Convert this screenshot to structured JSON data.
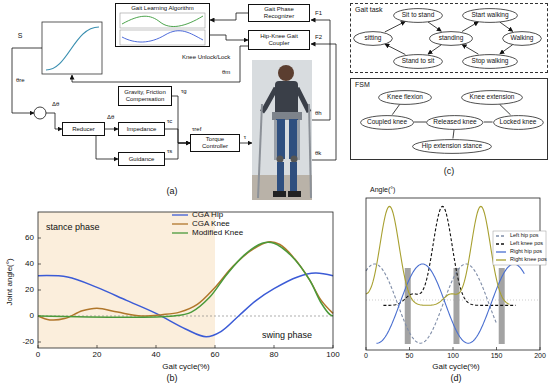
{
  "diagram": {
    "nodes": [
      {
        "text": [
          "Gait Learning Algorithm"
        ]
      },
      {
        "text": [
          "Gait Phase Recognizer"
        ]
      },
      {
        "text": [
          "Hip-Knee Gait Coupler"
        ]
      },
      {
        "text": [
          "Gravity, Friction Compensation"
        ]
      },
      {
        "text": [
          "Reducer"
        ]
      },
      {
        "text": [
          "Impedance"
        ]
      },
      {
        "text": [
          "Torque Controller"
        ]
      },
      {
        "text": [
          "Guidance"
        ]
      },
      {
        "text": [
          "Gait task"
        ]
      },
      {
        "text": [
          "sitting"
        ],
        "in": 8
      },
      {
        "text": [
          "Sit to stand"
        ],
        "in": 8
      },
      {
        "text": [
          "standing"
        ],
        "in": 8
      },
      {
        "text": [
          "Stand to sit"
        ],
        "in": 8
      },
      {
        "text": [
          "Start walking"
        ],
        "in": 8
      },
      {
        "text": [
          "Walking"
        ],
        "in": 8
      },
      {
        "text": [
          "Stop walking"
        ],
        "in": 8
      },
      {
        "text": [
          "FSM"
        ]
      },
      {
        "text": [
          "Knee flexion"
        ],
        "in": 16
      },
      {
        "text": [
          "Knee extension"
        ],
        "in": 16
      },
      {
        "text": [
          "Coupled knee"
        ],
        "in": 16
      },
      {
        "text": [
          "Released knee"
        ],
        "in": 16
      },
      {
        "text": [
          "Locked knee"
        ],
        "in": 16
      },
      {
        "text": [
          "Hip extension stance"
        ],
        "in": 16
      }
    ],
    "edges": [
      {
        "from": 1,
        "to": 0,
        "arrow": "to"
      },
      {
        "from": 0,
        "to": 2,
        "arrow": "to"
      },
      {
        "from": 4,
        "to": 5,
        "arrow": "to"
      },
      {
        "from": 4,
        "to": 7,
        "arrow": "to"
      },
      {
        "from": 3,
        "to": 6,
        "arrow": "to"
      },
      {
        "from": 5,
        "to": 6,
        "arrow": "to"
      },
      {
        "from": 7,
        "to": 6,
        "arrow": "to"
      },
      {
        "from": 9,
        "to": 10,
        "arrow": "to"
      },
      {
        "from": 10,
        "to": 11,
        "arrow": "to"
      },
      {
        "from": 11,
        "to": 12,
        "arrow": "to"
      },
      {
        "from": 12,
        "to": 9,
        "arrow": "to"
      },
      {
        "from": 11,
        "to": 13,
        "arrow": "to"
      },
      {
        "from": 13,
        "to": 14,
        "arrow": "to"
      },
      {
        "from": 14,
        "to": 15,
        "arrow": "to"
      },
      {
        "from": 15,
        "to": 11,
        "arrow": "to"
      },
      {
        "from": 17,
        "to": 19,
        "arrow": "none"
      },
      {
        "from": 18,
        "to": 21,
        "arrow": "none"
      },
      {
        "from": 19,
        "to": 20,
        "arrow": "none"
      },
      {
        "from": 20,
        "to": 21,
        "arrow": "none"
      },
      {
        "from": 22,
        "to": 20,
        "arrow": "none"
      }
    ],
    "labels": [
      "S",
      "θre",
      "Δθ",
      "Δθ",
      "τg",
      "τc",
      "τs",
      "τref",
      "τ",
      "θm",
      "θh",
      "θk",
      "F1",
      "F2",
      "Knee Unlock/Lock",
      "(a)",
      "stance phase",
      "swing phase",
      "Joint angle(°)",
      "Gait cycle(%)",
      "0",
      "20",
      "40",
      "60",
      "80",
      "100",
      "60",
      "40",
      "20",
      "0",
      "-20",
      "(b)",
      "(c)",
      "Angle(°)",
      "Gait cycle(%)",
      "0",
      "50",
      "100",
      "150",
      "200",
      "(d)"
    ],
    "legend": [
      {
        "text": "CGA Hip"
      },
      {
        "text": "CGA Knee"
      },
      {
        "text": "Modified Knee"
      },
      {
        "text": "Left hip pos"
      },
      {
        "text": "Left knee pos"
      },
      {
        "text": "Right hip pos"
      },
      {
        "text": "Right knee pos"
      }
    ]
  }
}
